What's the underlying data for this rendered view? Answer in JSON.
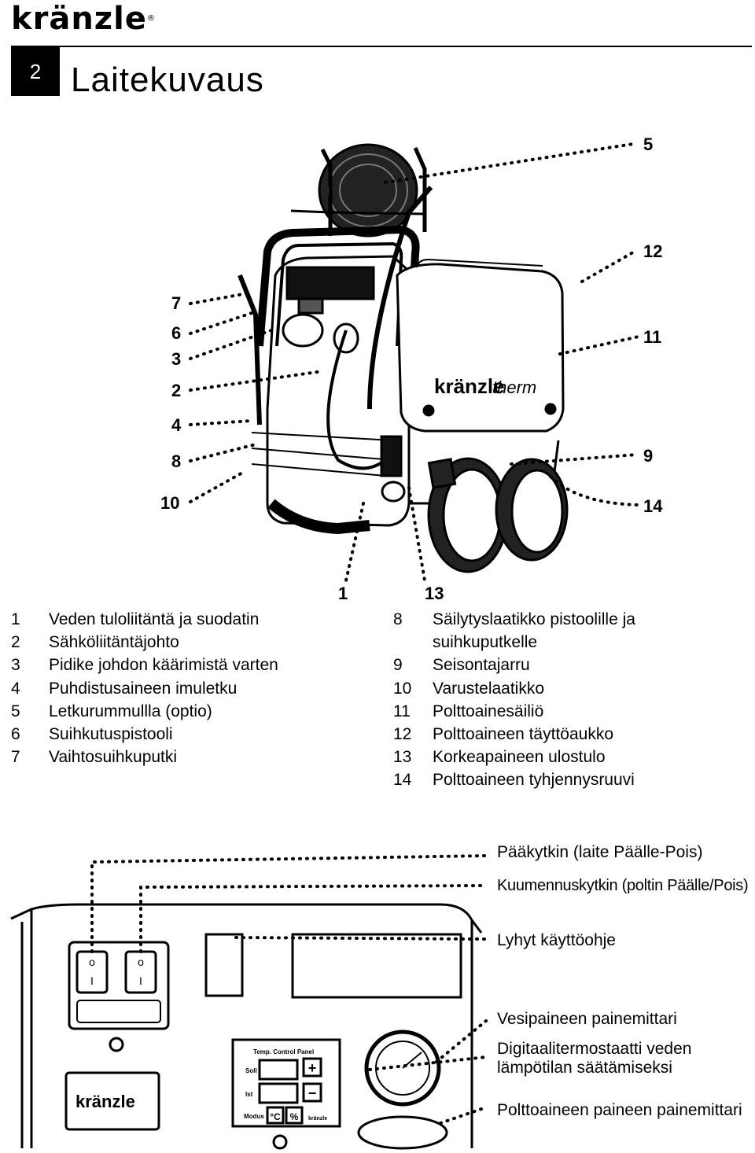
{
  "header": {
    "logo_text": "kränzle",
    "logo_mark": "®",
    "section_number": "2",
    "section_title": "Laitekuvaus"
  },
  "machine_callouts": {
    "c5": "5",
    "c12": "12",
    "c11": "11",
    "c9": "9",
    "c14": "14",
    "c7": "7",
    "c6": "6",
    "c3": "3",
    "c2": "2",
    "c4": "4",
    "c8": "8",
    "c10": "10",
    "c1": "1",
    "c13": "13"
  },
  "machine_brand_text": "kränzle",
  "machine_model_script": "therm",
  "legend_left": [
    {
      "num": "1",
      "text": "Veden tuloliitäntä ja suodatin"
    },
    {
      "num": "2",
      "text": "Sähköliitäntäjohto"
    },
    {
      "num": "3",
      "text": "Pidike johdon käärimistä varten"
    },
    {
      "num": "4",
      "text": "Puhdistusaineen imuletku"
    },
    {
      "num": "5",
      "text": "Letkurummullla (optio)"
    },
    {
      "num": "6",
      "text": "Suihkutuspistooli"
    },
    {
      "num": "7",
      "text": "Vaihtosuihkuputki"
    }
  ],
  "legend_right": [
    {
      "num": "8",
      "text": "Säilytyslaatikko pistoolille ja"
    },
    {
      "num": "",
      "text": "suihkuputkelle"
    },
    {
      "num": "9",
      "text": "Seisontajarru"
    },
    {
      "num": "10",
      "text": "Varustelaatikko"
    },
    {
      "num": "11",
      "text": "Polttoainesäiliö"
    },
    {
      "num": "12",
      "text": "Polttoaineen täyttöaukko"
    },
    {
      "num": "13",
      "text": "Korkeapaineen ulostulo"
    },
    {
      "num": "14",
      "text": "Polttoaineen tyhjennysruuvi"
    }
  ],
  "control_panel": {
    "labels": {
      "main_switch": "Pääkytkin (laite Päälle-Pois)",
      "heating_switch": "Kuumennuskytkin (poltin Päälle/Pois)",
      "quick_guide": "Lyhyt käyttöohje",
      "water_gauge": "Vesipaineen painemittari",
      "thermostat_line1": "Digitaalitermostaatti veden",
      "thermostat_line2": "lämpötilan säätämiseksi",
      "fuel_gauge": "Polttoaineen paineen painemittari"
    },
    "switch_symbol_top": "o",
    "switch_symbol_bottom": "I",
    "panel_logo": "kränzle",
    "temp_panel": {
      "title": "Temp. Control Panel",
      "soll": "Soll",
      "ist": "Ist",
      "modus": "Modus",
      "plus": "+",
      "minus": "−",
      "celsius": "°C",
      "percent": "%",
      "small_logo": "kränzle"
    }
  }
}
